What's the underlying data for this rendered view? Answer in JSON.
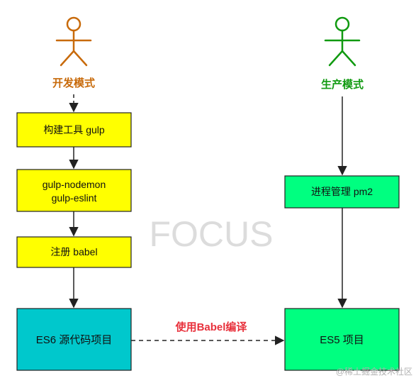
{
  "actors": {
    "dev": {
      "label": "开发模式",
      "color": "#c86a0a"
    },
    "prod": {
      "label": "生产模式",
      "color": "#109a10"
    }
  },
  "boxes": {
    "gulp": {
      "label": "构建工具 gulp",
      "fill": "#ffff00"
    },
    "nodemon": {
      "line1": "gulp-nodemon",
      "line2": "gulp-eslint",
      "fill": "#ffff00"
    },
    "babel": {
      "label": "注册 babel",
      "fill": "#ffff00"
    },
    "es6": {
      "label": "ES6 源代码项目",
      "fill": "#00c8cc"
    },
    "pm2": {
      "label": "进程管理 pm2",
      "fill": "#00ff80"
    },
    "es5": {
      "label": "ES5 项目",
      "fill": "#00ff80"
    }
  },
  "edges": {
    "compile": {
      "label": "使用Babel编译",
      "color": "#e8313c"
    }
  },
  "watermark": "FOCUS",
  "credit": "@稀土掘金技术社区"
}
